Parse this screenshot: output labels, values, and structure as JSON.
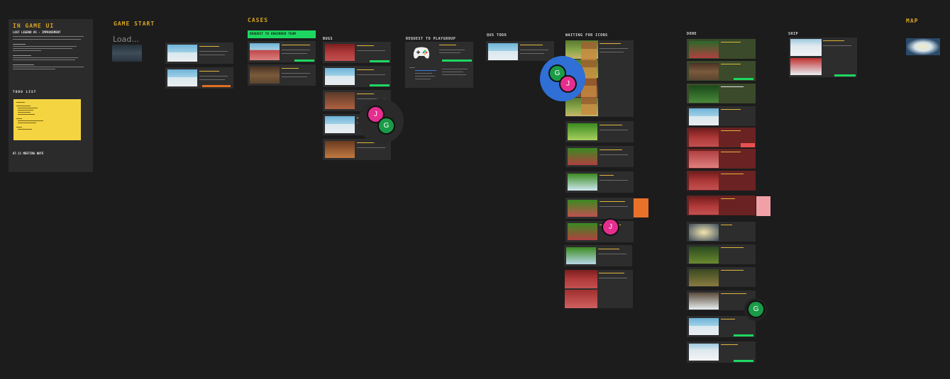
{
  "board": {
    "in_game_ui": {
      "title": "IN GAME UI",
      "subtitle": "LOST LEGEND #3 - IMPROVEMENT",
      "todo_title": "TODO LIST",
      "meeting_note": "07.11 MEETING NOTE"
    },
    "game_start": {
      "title": "GAME START",
      "loading_text": "Load..."
    },
    "cases": {
      "title": "CASES",
      "request_engineer": "REQUEST TO ENGINEER TEAM"
    },
    "lanes": {
      "bugs": "BUGS",
      "request_playgroup": "REQUEST TO PLAYGROUP",
      "qus_todo": "QUS TODO",
      "waiting_icons": "WAITING FOR ICONS",
      "done": "DONE",
      "ship": "SHIP"
    },
    "map": {
      "title": "MAP"
    }
  },
  "collaborators": [
    {
      "initial": "G",
      "color": "#1a9b47"
    },
    {
      "initial": "J",
      "color": "#e62e8f"
    }
  ],
  "colors": {
    "accent_gold": "#d9a520",
    "tag_green": "#1ed760",
    "tag_orange": "#e07020",
    "focus_blue": "#2f6fd6",
    "sticky_yellow": "#f5d442"
  }
}
